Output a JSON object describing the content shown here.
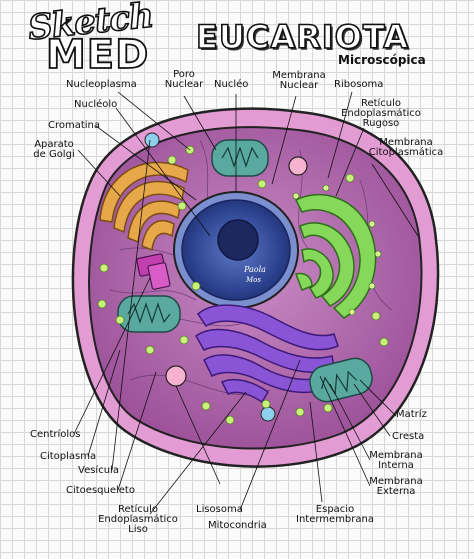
{
  "header": {
    "logo_line1": "Sketch",
    "logo_line2": "MED",
    "title": "EUCARIOTA",
    "subtitle": "Microscópica"
  },
  "nucleus_signature": "Paola\nMos",
  "labels": {
    "nucleoplasma": "Nucleoplasma",
    "poro_nuclear": "Poro\nNuclear",
    "nucleo": "Nucléo",
    "membrana_nuclear": "Membrana\nNuclear",
    "ribosoma": "Ribosoma",
    "reticulo_rugoso": "Retículo\nEndoplasmático\nRugoso",
    "nucleolo": "Nucléolo",
    "cromatina": "Cromatina",
    "aparato_golgi": "Aparato\nde Golgi",
    "membrana_citoplasmatica": "Membrana\nCitoplasmática",
    "matriz": "Matríz",
    "crestas": "Cresta",
    "membrana_interna": "Membrana\nInterna",
    "membrana_externa": "Membrana\nExterna",
    "espacio_intermembrana": "Espacio\nIntermembrana",
    "mitocondria": "Mitocondria",
    "lisosoma": "Lisosoma",
    "reticulo_liso": "Retículo\nEndoplasmático\nLiso",
    "citoesqueleto": "Citoesqueleto",
    "vesicula": "Vesícula",
    "citoplasma": "Citoplasma",
    "centriolos": "Centríolos"
  },
  "colors": {
    "outer_membrane": "#d880c6",
    "cytoplasm": "#b46fae",
    "nucleus": "#283d8c",
    "nucleolus": "#1a2560",
    "golgi": "#e0a545",
    "rough_er": "#7cd14a",
    "smooth_er": "#7a41c8",
    "mitochondria": "#3f8f87",
    "ribosome": "#c8f07a",
    "lysosome": "#f7a9c7",
    "vesicle": "#86c9e8",
    "centrioles": "#c23fb0"
  }
}
